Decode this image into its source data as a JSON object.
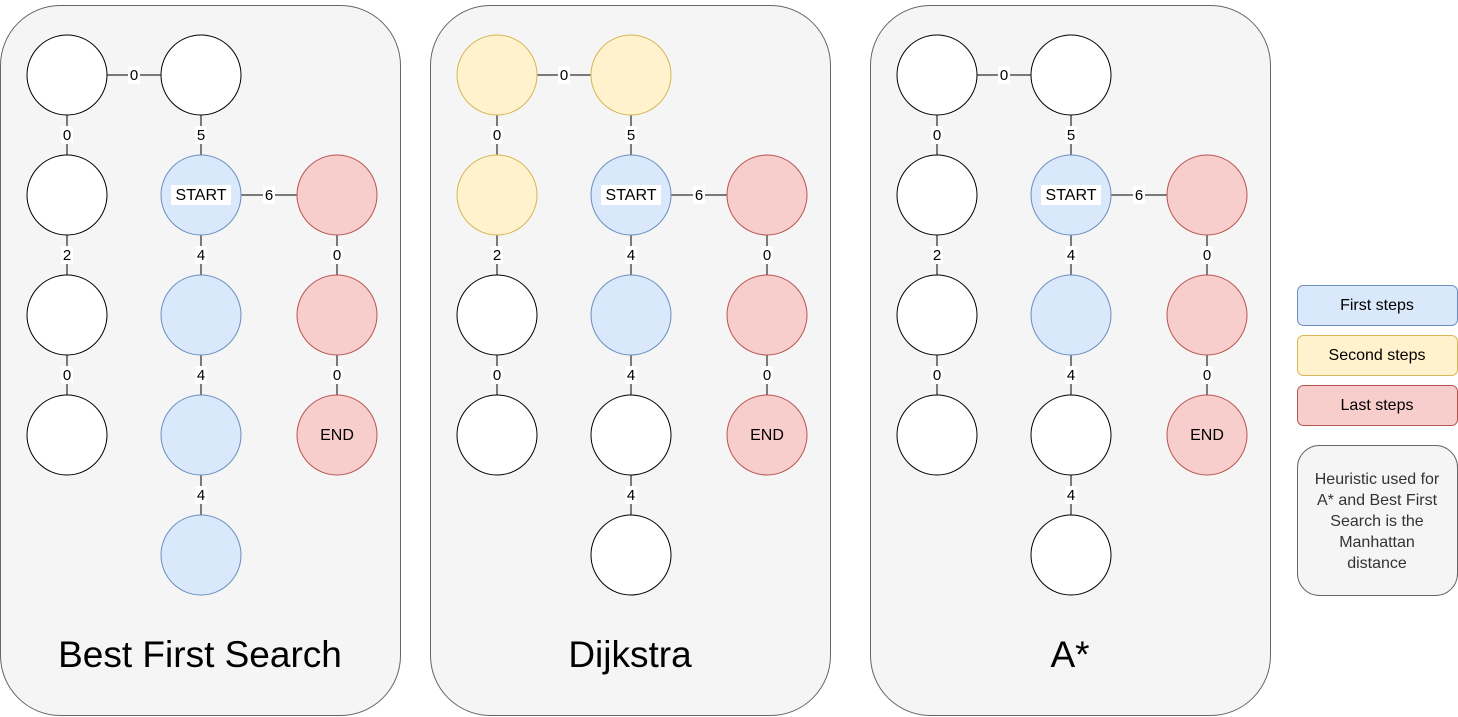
{
  "colors": {
    "white": {
      "fill": "#ffffff",
      "stroke": "#000000"
    },
    "blue": {
      "fill": "#dae8fc",
      "stroke": "#6c8ebf"
    },
    "yellow": {
      "fill": "#fff2cc",
      "stroke": "#d6b656"
    },
    "red": {
      "fill": "#f8cecc",
      "stroke": "#b85450"
    }
  },
  "graph": {
    "nodes": [
      {
        "id": "a1",
        "label": ""
      },
      {
        "id": "a2",
        "label": ""
      },
      {
        "id": "a3",
        "label": ""
      },
      {
        "id": "a4",
        "label": ""
      },
      {
        "id": "b0",
        "label": ""
      },
      {
        "id": "b1",
        "label": "START"
      },
      {
        "id": "b2",
        "label": ""
      },
      {
        "id": "b3",
        "label": ""
      },
      {
        "id": "b4",
        "label": ""
      },
      {
        "id": "c1",
        "label": ""
      },
      {
        "id": "c2",
        "label": ""
      },
      {
        "id": "c3",
        "label": "END"
      }
    ],
    "edges": [
      {
        "from": "a1",
        "to": "b0",
        "weight": "0"
      },
      {
        "from": "a1",
        "to": "a2",
        "weight": "0"
      },
      {
        "from": "b0",
        "to": "b1",
        "weight": "5"
      },
      {
        "from": "b1",
        "to": "c1",
        "weight": "6"
      },
      {
        "from": "a2",
        "to": "a3",
        "weight": "2"
      },
      {
        "from": "b1",
        "to": "b2",
        "weight": "4"
      },
      {
        "from": "c1",
        "to": "c2",
        "weight": "0"
      },
      {
        "from": "a3",
        "to": "a4",
        "weight": "0"
      },
      {
        "from": "b2",
        "to": "b3",
        "weight": "4"
      },
      {
        "from": "c2",
        "to": "c3",
        "weight": "0"
      },
      {
        "from": "b3",
        "to": "b4",
        "weight": "4"
      }
    ]
  },
  "panels": [
    {
      "title": "Best First Search",
      "node_colors": {
        "a1": "white",
        "a2": "white",
        "a3": "white",
        "a4": "white",
        "b0": "white",
        "b1": "blue",
        "b2": "blue",
        "b3": "blue",
        "b4": "blue",
        "c1": "red",
        "c2": "red",
        "c3": "red"
      }
    },
    {
      "title": "Dijkstra",
      "node_colors": {
        "a1": "yellow",
        "a2": "yellow",
        "a3": "white",
        "a4": "white",
        "b0": "yellow",
        "b1": "blue",
        "b2": "blue",
        "b3": "white",
        "b4": "white",
        "c1": "red",
        "c2": "red",
        "c3": "red"
      }
    },
    {
      "title": "A*",
      "node_colors": {
        "a1": "white",
        "a2": "white",
        "a3": "white",
        "a4": "white",
        "b0": "white",
        "b1": "blue",
        "b2": "blue",
        "b3": "white",
        "b4": "white",
        "c1": "red",
        "c2": "red",
        "c3": "red"
      }
    }
  ],
  "legend": [
    {
      "label": "First steps",
      "color": "blue"
    },
    {
      "label": "Second steps",
      "color": "yellow"
    },
    {
      "label": "Last steps",
      "color": "red"
    }
  ],
  "note": {
    "lines": [
      "Heuristic used for",
      "A* and Best First",
      "Search is the",
      "Manhattan",
      "distance"
    ]
  }
}
